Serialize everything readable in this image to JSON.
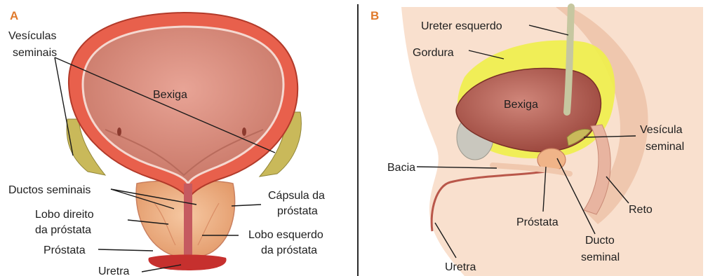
{
  "panel_a": {
    "letter": "A",
    "labels": {
      "vesiculas_1": "Vesículas",
      "vesiculas_2": "seminais",
      "bexiga": "Bexiga",
      "ductos": "Ductos seminais",
      "capsula_1": "Cápsula da",
      "capsula_2": "próstata",
      "lobo_dir_1": "Lobo direito",
      "lobo_dir_2": "da próstata",
      "lobo_esq_1": "Lobo esquerdo",
      "lobo_esq_2": "da próstata",
      "prostata": "Próstata",
      "uretra": "Uretra"
    }
  },
  "panel_b": {
    "letter": "B",
    "labels": {
      "ureter": "Ureter esquerdo",
      "gordura": "Gordura",
      "bexiga": "Bexiga",
      "vesicula_1": "Vesícula",
      "vesicula_2": "seminal",
      "bacia": "Bacia",
      "reto": "Reto",
      "prostata": "Próstata",
      "ducto_1": "Ducto",
      "ducto_2": "seminal",
      "uretra": "Uretra"
    }
  },
  "colors": {
    "bladder_wall": "#e8604c",
    "bladder_inner": "#d98a7c",
    "prostate": "#f0b488",
    "fat": "#eef04a",
    "skin": "#f8dcc8",
    "accent_letter": "#e07a2c"
  }
}
